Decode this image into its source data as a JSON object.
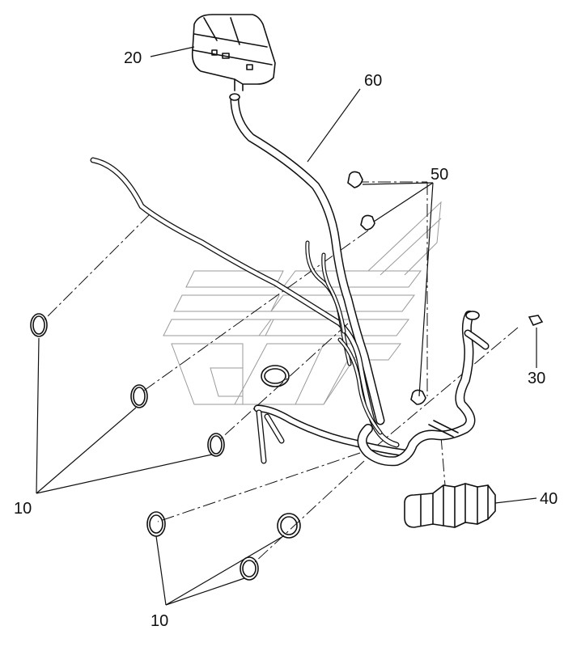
{
  "callouts": {
    "c20": "20",
    "c60": "60",
    "c50": "50",
    "c30": "30",
    "c40": "40",
    "c10a": "10",
    "c10b": "10"
  },
  "colors": {
    "line": "#111111",
    "watermark": "#9a9a9a",
    "background": "#ffffff"
  },
  "icons": [
    "reservoir-tank",
    "hose-clamp",
    "hose-connector",
    "bellows-boot",
    "hose-cap"
  ]
}
